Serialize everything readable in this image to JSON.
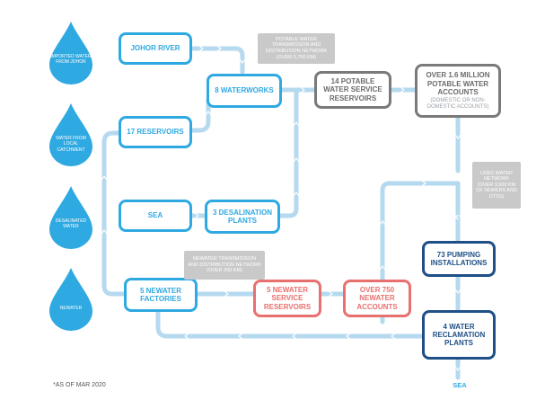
{
  "colors": {
    "pipe": "#b5d9ef",
    "drop": "#2fa9e1",
    "blue_box": "#2fa9e1",
    "grey_box": "#7a7a7a",
    "red_box": "#e8706f",
    "navy_box": "#1e4f87",
    "note_bg": "#c9c9c9"
  },
  "sources": [
    {
      "label": "Imported water from Johor",
      "icon": "water-drop-icon"
    },
    {
      "label": "Water from local catchment",
      "icon": "water-drop-icon"
    },
    {
      "label": "Desalinated water",
      "icon": "water-drop-icon"
    },
    {
      "label": "NEWater",
      "icon": "water-drop-icon"
    }
  ],
  "nodes": {
    "johor_river": "JOHOR RIVER",
    "reservoirs": "17 RESERVOIRS",
    "sea": "SEA",
    "waterworks": "8 WATERWORKS",
    "desalination": "3 DESALINATION PLANTS",
    "newater_factories": "5 NEWATER FACTORIES",
    "potable_reservoirs": "14 POTABLE WATER SERVICE RESERVOIRS",
    "potable_accounts": "OVER 1.6 MILLION POTABLE WATER ACCOUNTS",
    "potable_accounts_sub": "(DOMESTIC OR NON-DOMESTIC ACCOUNTS)",
    "newater_reservoirs": "5 NEWATER SERVICE RESERVOIRS",
    "newater_accounts": "OVER 750 NEWATER ACCOUNTS",
    "pumping": "73 PUMPING INSTALLATIONS",
    "reclamation": "4 WATER RECLAMATION PLANTS"
  },
  "notes": {
    "potable_network": "POTABLE WATER TRANSMISSION AND DISTRIBUTION NETWORK (OVER 5,700 KM)",
    "used_water_network": "USED WATER NETWORK (OVER 3,500 KM OF SEWERS AND DTSS)",
    "newater_network": "NEWATER TRANSMISSION AND DISTRIBUTION NETWORK (OVER 200 KM)"
  },
  "footnote": "*AS OF MAR 2020",
  "sea_outfall": "SEA"
}
